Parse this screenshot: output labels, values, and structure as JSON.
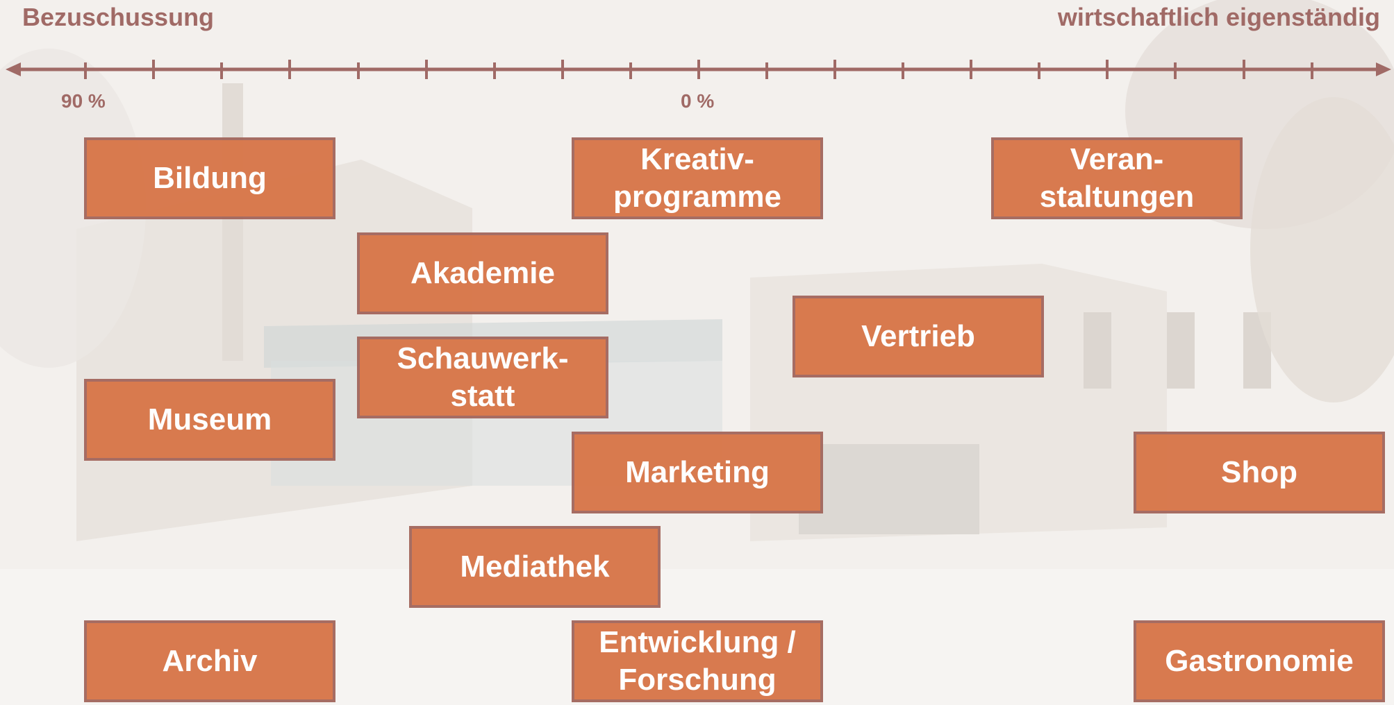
{
  "axis": {
    "left_label": "Bezuschussung",
    "right_label": "wirtschaftlich eigenständig",
    "tick_labels": [
      "90 %",
      "0 %"
    ]
  },
  "boxes": [
    {
      "id": "bildung",
      "label": "Bildung"
    },
    {
      "id": "kreativprogramme",
      "label": "Kreativ-\nprogramme"
    },
    {
      "id": "veranstaltungen",
      "label": "Veran-\nstaltungen"
    },
    {
      "id": "akademie",
      "label": "Akademie"
    },
    {
      "id": "vertrieb",
      "label": "Vertrieb"
    },
    {
      "id": "schauwerkstatt",
      "label": "Schauwerk-\nstatt"
    },
    {
      "id": "museum",
      "label": "Museum"
    },
    {
      "id": "marketing",
      "label": "Marketing"
    },
    {
      "id": "shop",
      "label": "Shop"
    },
    {
      "id": "mediathek",
      "label": "Mediathek"
    },
    {
      "id": "archiv",
      "label": "Archiv"
    },
    {
      "id": "entwicklung",
      "label": "Entwicklung /\nForschung"
    },
    {
      "id": "gastronomie",
      "label": "Gastronomie"
    }
  ],
  "colors": {
    "box_fill": "#d8774a",
    "box_border": "#a4695f",
    "axis": "#a06a66",
    "text_on_box": "#ffffff"
  }
}
